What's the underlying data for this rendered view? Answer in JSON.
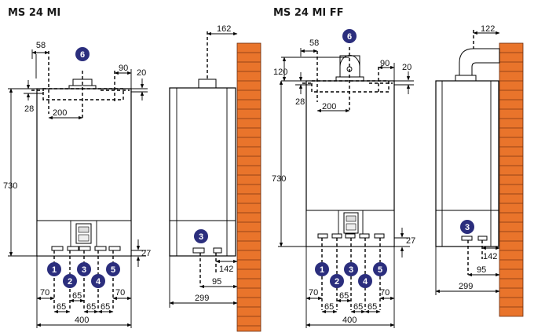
{
  "diagrams": [
    {
      "title": "MS 24 MI",
      "front": {
        "dims": {
          "d58": "58",
          "d90": "90",
          "d20": "20",
          "d28": "28",
          "d200": "200",
          "d730": "730",
          "d27": "27",
          "b70a": "70",
          "b65a": "65",
          "b65b": "65",
          "b65c": "65",
          "b65d": "65",
          "b70b": "70",
          "b400": "400"
        },
        "badges": {
          "top": "6",
          "c1": "1",
          "c2": "2",
          "c3": "3",
          "c4": "4",
          "c5": "5"
        }
      },
      "side": {
        "dims": {
          "d162": "162",
          "d142": "142",
          "d95": "95",
          "d299": "299"
        },
        "badges": {
          "c3": "3"
        }
      }
    },
    {
      "title": "MS 24 MI FF",
      "front": {
        "dims": {
          "d58": "58",
          "d90": "90",
          "d20": "20",
          "d120": "120",
          "d28": "28",
          "d200": "200",
          "d730": "730",
          "d27": "27",
          "b70a": "70",
          "b65a": "65",
          "b65b": "65",
          "b65c": "65",
          "b65d": "65",
          "b70b": "70",
          "b400": "400"
        },
        "badges": {
          "top": "6",
          "c1": "1",
          "c2": "2",
          "c3": "3",
          "c4": "4",
          "c5": "5"
        }
      },
      "side": {
        "dims": {
          "d122": "122",
          "d142": "142",
          "d95": "95",
          "d299": "299"
        },
        "badges": {
          "c3": "3"
        }
      }
    }
  ]
}
